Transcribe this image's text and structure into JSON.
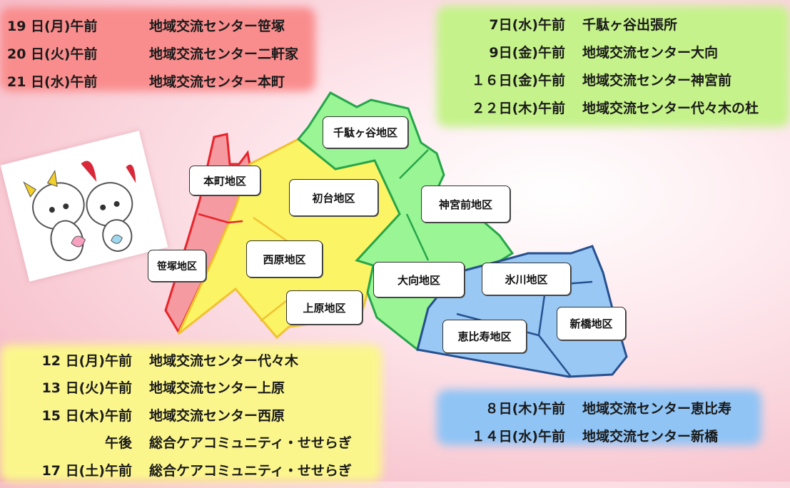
{
  "schedules": {
    "red": [
      {
        "date": "19 日(月)午前",
        "place": "地域交流センター笹塚"
      },
      {
        "date": "20 日(火)午前",
        "place": "地域交流センター二軒家"
      },
      {
        "date": "21 日(水)午前",
        "place": "地域交流センター本町"
      }
    ],
    "green": [
      {
        "date": "7日(水)午前",
        "place": "千駄ヶ谷出張所"
      },
      {
        "date": "9日(金)午前",
        "place": "地域交流センター大向"
      },
      {
        "date": "１６日(金)午前",
        "place": "地域交流センター神宮前"
      },
      {
        "date": "２２日(木)午前",
        "place": "地域交流センター代々木の杜"
      }
    ],
    "yellow": [
      {
        "date": "12 日(月)午前",
        "place": "地域交流センター代々木"
      },
      {
        "date": "13 日(火)午前",
        "place": "地域交流センター上原"
      },
      {
        "date": "15 日(木)午前",
        "place": "地域交流センター西原"
      },
      {
        "date": "午後",
        "place": "総合ケアコミュニティ・せせらぎ"
      },
      {
        "date": "17 日(土)午前",
        "place": "総合ケアコミュニティ・せせらぎ"
      }
    ],
    "blue": [
      {
        "date": "８日(木)午前",
        "place": "地域交流センター恵比寿"
      },
      {
        "date": "１４日(水)午前",
        "place": "地域交流センター新橋"
      }
    ]
  },
  "districts": {
    "sendagaya": "千駄ヶ谷地区",
    "honmachi": "本町地区",
    "hatsudai": "初台地区",
    "jingumae": "神宮前地区",
    "sasazuka": "笹塚地区",
    "nishihara": "西原地区",
    "omukai": "大向地区",
    "hikawa": "氷川地区",
    "uehara": "上原地区",
    "ebisu": "恵比寿地区",
    "shinbashi": "新橋地区"
  },
  "colors": {
    "red": "#f98d8d",
    "green": "#c5f28a",
    "yellow": "#fbf68c",
    "blue": "#8fc4f5"
  }
}
